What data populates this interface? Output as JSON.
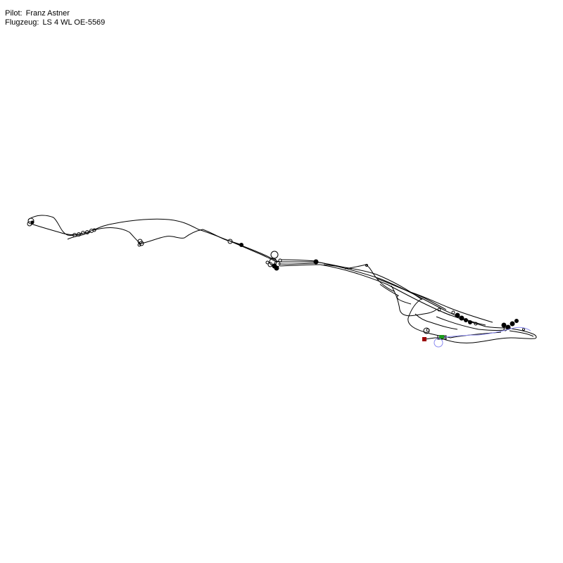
{
  "header": {
    "pilot_label": "Pilot:",
    "pilot_name": "Franz Astner",
    "aircraft_label": "Flugzeug:",
    "aircraft_name": "LS 4 WL OE-5569"
  },
  "map": {
    "track_color": "#000000",
    "final_glide_color": "#8a8af0",
    "start_marker_color": "#9b0000",
    "finish_marker_color": "#1a9b1a",
    "background_color": "#ffffff"
  }
}
